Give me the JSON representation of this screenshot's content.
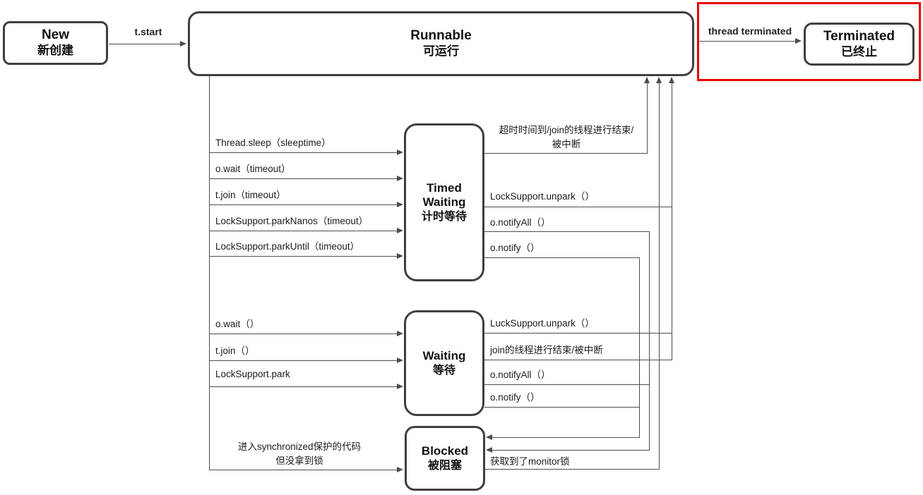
{
  "nodes": {
    "new": {
      "title": "New",
      "subtitle": "新创建"
    },
    "runnable": {
      "title": "Runnable",
      "subtitle": "可运行"
    },
    "timed_waiting": {
      "title_line1": "Timed",
      "title_line2": "Waiting",
      "subtitle": "计时等待"
    },
    "waiting": {
      "title": "Waiting",
      "subtitle": "等待"
    },
    "blocked": {
      "title": "Blocked",
      "subtitle": "被阻塞"
    },
    "terminated": {
      "title": "Terminated",
      "subtitle": "已终止"
    }
  },
  "edges": {
    "new_to_runnable": "t.start",
    "runnable_to_terminated": "thread terminated",
    "runnable_to_timed_waiting": [
      "Thread.sleep（sleeptime）",
      "o.wait（timeout）",
      "t.join（timeout）",
      "LockSupport.parkNanos（timeout）",
      "LockSupport.parkUntil（timeout）"
    ],
    "runnable_to_waiting": [
      "o.wait（）",
      "t.join（）",
      "LockSupport.park"
    ],
    "runnable_to_blocked_line1": "进入synchronized保护的代码",
    "runnable_to_blocked_line2": "但没拿到锁",
    "timed_waiting_to_runnable_timeout_line1": "超时时间到/join的线程进行结束/",
    "timed_waiting_to_runnable_timeout_line2": "被中断",
    "timed_waiting_to_runnable_unpark": "LockSupport.unpark（）",
    "timed_waiting_to_blocked_notifyall": "o.notifyAll（）",
    "timed_waiting_to_blocked_notify": "o.notify（）",
    "waiting_to_runnable_unpark": "LuckSupport.unpark（）",
    "waiting_to_runnable_join_end": "join的线程进行结束/被中断",
    "waiting_to_blocked_notifyall": "o.notifyAll（）",
    "waiting_to_blocked_notify": "o.notify（）",
    "blocked_to_runnable": "获取到了monitor锁"
  },
  "colors": {
    "highlight_box": "#e60000",
    "node_border": "#3f3f3f",
    "edge_line": "#4d4d4d"
  }
}
